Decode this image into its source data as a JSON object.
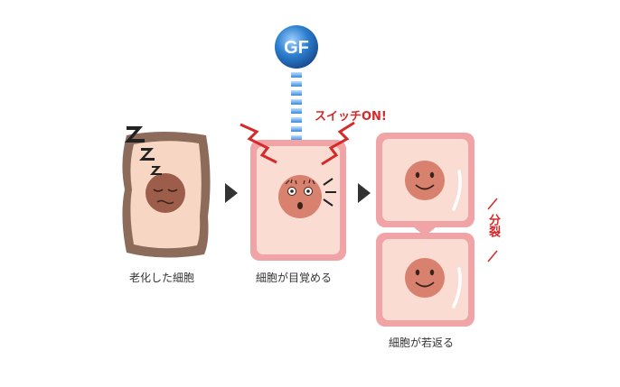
{
  "gf_badge": "GF",
  "switch_label": "スイッチON!",
  "divide_label": "分裂",
  "captions": {
    "aging_cell": "老化した細胞",
    "awakening_cell": "細胞が目覚める",
    "rejuvenated_cell": "細胞が若返る"
  },
  "colors": {
    "aging_outer": "#8c6b5a",
    "aging_inner": "#f7d7c4",
    "cell_outer": "#f0a4a6",
    "cell_inner": "#fbdcd3",
    "face": "#d9816f",
    "aging_face": "#9c5e4a",
    "accent_red": "#d42a2a",
    "gf_blue": "#2c7fcf",
    "arrow_dark": "#333333"
  }
}
